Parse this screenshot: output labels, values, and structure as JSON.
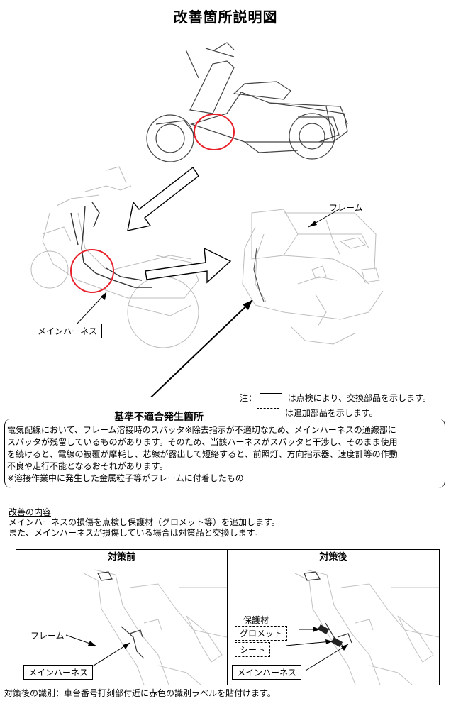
{
  "title": "改善箇所説明図",
  "figure": {
    "frame_label": "フレーム",
    "harness_label": "メインハーネス"
  },
  "legend": {
    "note_prefix": "注：",
    "solid_text": "は点検により、交換部品を示します。",
    "dashed_text": "は追加部品を示します。"
  },
  "defect": {
    "heading": "基準不適合発生箇所",
    "lines": [
      "電気配線において、フレーム溶接時のスパッタ※除去指示が不適切なため、メインハーネスの通線部に",
      "スパッタが残留しているものがあります。そのため、当該ハーネスがスパッタと干渉し、そのまま使用",
      "を続けると、電線の被覆が摩耗し、芯線が露出して短絡すると、前照灯、方向指示器、速度計等の作動",
      "不良や走行不能となるおそれがあります。",
      "※溶接作業中に発生した金属粒子等がフレームに付着したもの"
    ]
  },
  "improvement": {
    "heading": "改善の内容",
    "lines": [
      "メインハーネスの損傷を点検し保護材（グロメット等）を追加します。",
      "また、メインハーネスが損傷している場合は対策品と交換します。"
    ]
  },
  "table": {
    "before_header": "対策前",
    "after_header": "対策後",
    "before": {
      "frame_label": "フレーム",
      "harness_label": "メインハーネス"
    },
    "after": {
      "protect_label": "保護材",
      "grommet_label": "グロメット",
      "sheet_label": "シート",
      "harness_label": "メインハーネス"
    }
  },
  "footer": "対策後の識別：車台番号打刻部付近に赤色の識別ラベルを貼付けます。",
  "colors": {
    "highlight_circle": "#e8202a",
    "line": "#000000",
    "faint_line": "#b8b8b8"
  }
}
